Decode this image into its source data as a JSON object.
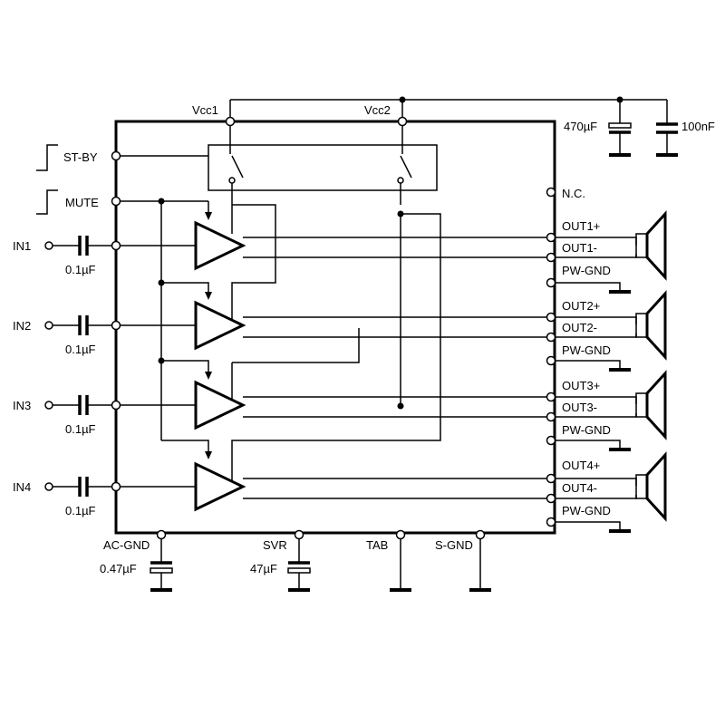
{
  "pins": {
    "vcc1": "Vcc1",
    "vcc2": "Vcc2",
    "st_by": "ST-BY",
    "mute": "MUTE",
    "nc": "N.C.",
    "ac_gnd": "AC-GND",
    "svr": "SVR",
    "tab": "TAB",
    "s_gnd": "S-GND"
  },
  "inputs": [
    {
      "label": "IN1",
      "cap": "0.1µF"
    },
    {
      "label": "IN2",
      "cap": "0.1µF"
    },
    {
      "label": "IN3",
      "cap": "0.1µF"
    },
    {
      "label": "IN4",
      "cap": "0.1µF"
    }
  ],
  "outputs": [
    {
      "plus": "OUT1+",
      "minus": "OUT1-",
      "gnd": "PW-GND"
    },
    {
      "plus": "OUT2+",
      "minus": "OUT2-",
      "gnd": "PW-GND"
    },
    {
      "plus": "OUT3+",
      "minus": "OUT3-",
      "gnd": "PW-GND"
    },
    {
      "plus": "OUT4+",
      "minus": "OUT4-",
      "gnd": "PW-GND"
    }
  ],
  "supply_caps": {
    "c1": "470µF",
    "c2": "100nF"
  },
  "bottom_caps": {
    "ac_gnd": "0.47µF",
    "svr": "47µF"
  }
}
